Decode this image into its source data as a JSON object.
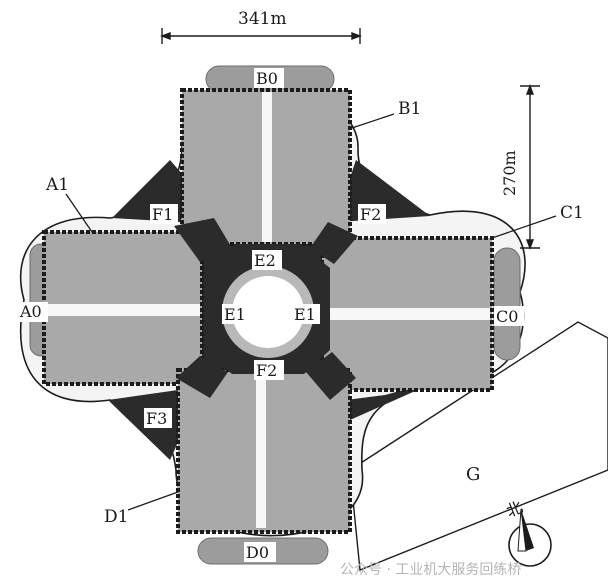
{
  "dimensions": {
    "width_label": "341m",
    "height_label": "270m"
  },
  "blocks": {
    "a1": "A1",
    "b1": "B1",
    "c1": "C1",
    "d1": "D1"
  },
  "ends": {
    "a0": "A0",
    "b0": "B0",
    "c0": "C0",
    "d0": "D0"
  },
  "connectors": {
    "f1": "F1",
    "f2": "F2",
    "f3": "F3"
  },
  "center": {
    "e2_top": "E2",
    "e1_left": "E1",
    "e1_right": "E1",
    "f2_bottom": "F2"
  },
  "site": {
    "g": "G",
    "north": "北"
  },
  "watermark": "公众号 · 工业机大服务回练桥",
  "colors": {
    "outline": "#1c1c1c",
    "block_fill": "#a9a9a9",
    "hub_fill": "#2a2a2a",
    "pad_fill": "#9c9c9c"
  }
}
